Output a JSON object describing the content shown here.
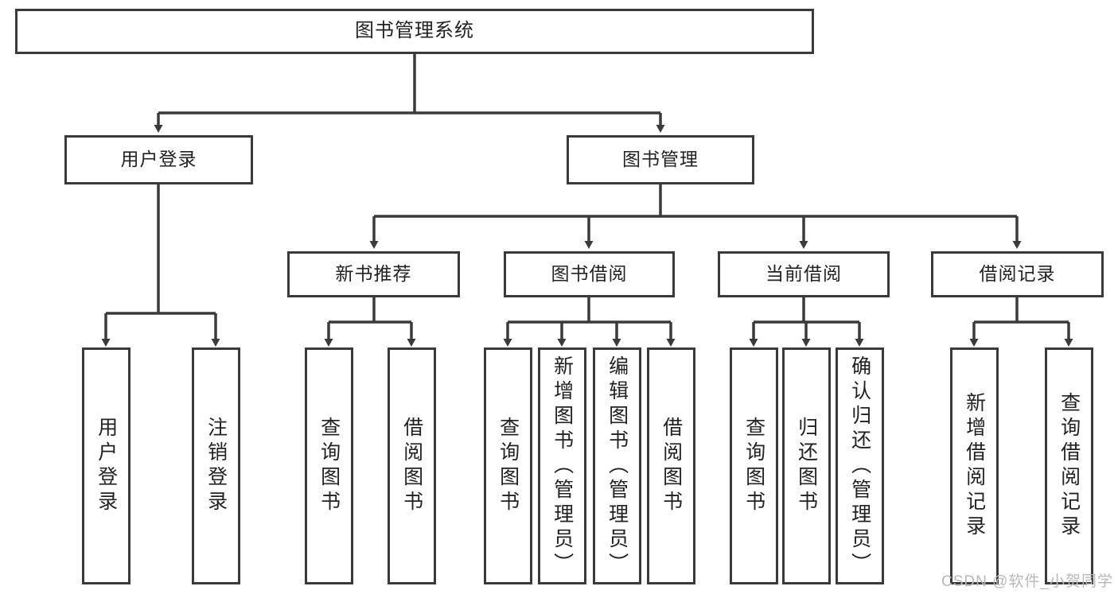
{
  "diagram": {
    "title": "图书管理系统",
    "type": "tree-hierarchy",
    "root": {
      "label": "图书管理系统"
    },
    "level2": [
      {
        "label": "用户登录"
      },
      {
        "label": "图书管理"
      }
    ],
    "level3": [
      {
        "label": "新书推荐"
      },
      {
        "label": "图书借阅"
      },
      {
        "label": "当前借阅"
      },
      {
        "label": "借阅记录"
      }
    ],
    "leaves": {
      "user_login": [
        {
          "label": "用户登录"
        },
        {
          "label": "注销登录"
        }
      ],
      "new_book_recommend": [
        {
          "label": "查询图书"
        },
        {
          "label": "借阅图书"
        }
      ],
      "book_borrow": [
        {
          "label": "查询图书"
        },
        {
          "label": "新增图书（管理员）"
        },
        {
          "label": "编辑图书（管理员）"
        },
        {
          "label": "借阅图书"
        }
      ],
      "current_borrow": [
        {
          "label": "查询图书"
        },
        {
          "label": "归还图书"
        },
        {
          "label": "确认归还（管理员）"
        }
      ],
      "borrow_record": [
        {
          "label": "新增借阅记录"
        },
        {
          "label": "查询借阅记录"
        }
      ]
    }
  },
  "watermark": {
    "text": "CSDN @软件_小贺同学"
  },
  "colors": {
    "stroke": "#3a3a3a",
    "background": "#ffffff",
    "text": "#222222",
    "watermark": "#b9b9b9"
  }
}
